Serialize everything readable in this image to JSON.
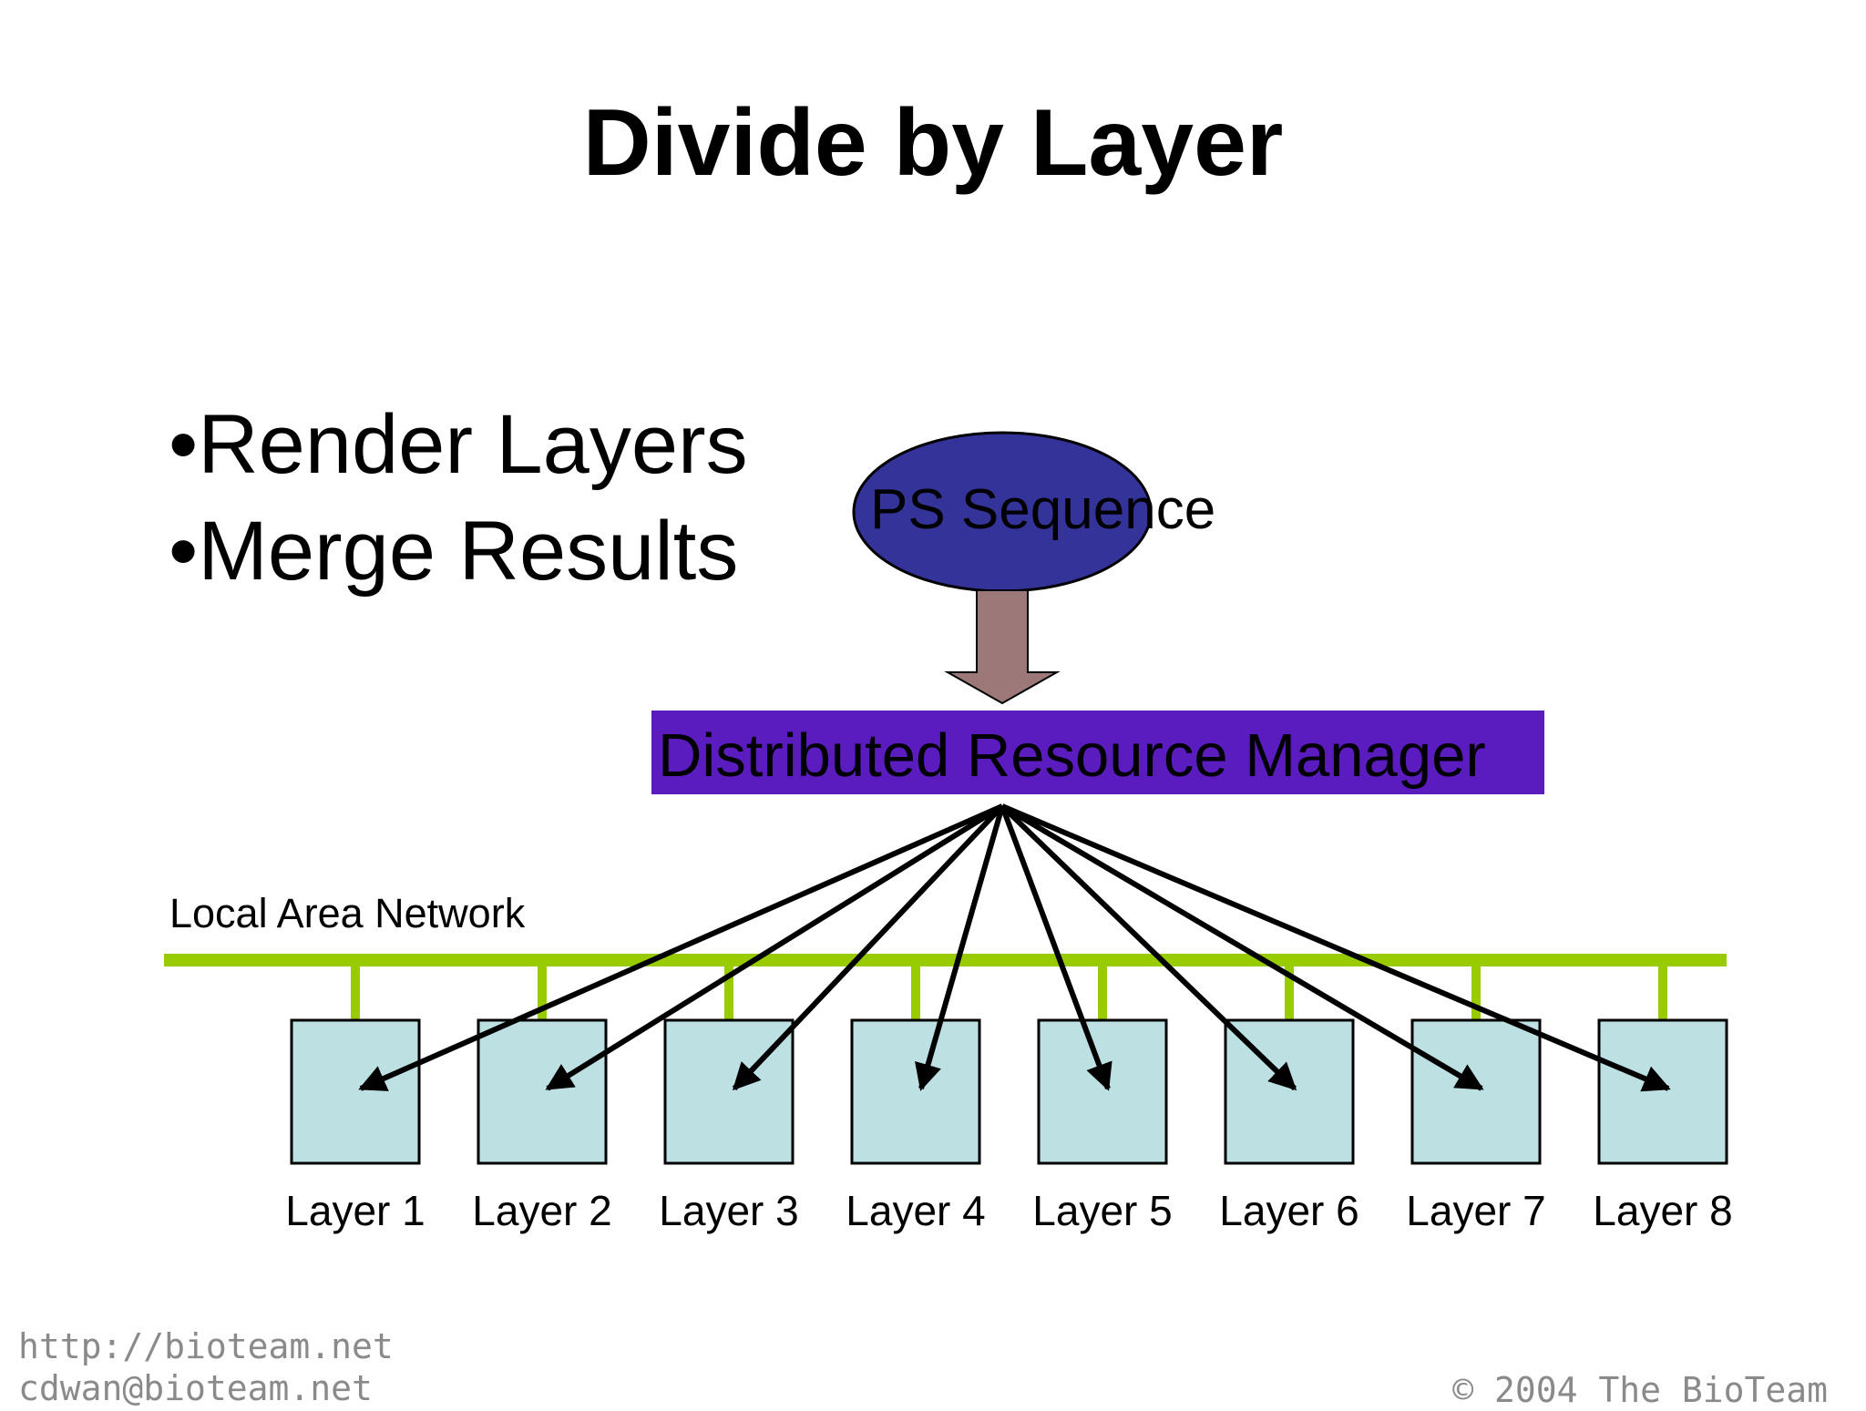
{
  "title": "Divide by Layer",
  "bullets": [
    "•Render Layers",
    "•Merge Results"
  ],
  "diagram": {
    "source_label": "PS Sequence",
    "manager_label": "Distributed Resource Manager",
    "network_label": "Local Area Network",
    "nodes": [
      "Layer 1",
      "Layer 2",
      "Layer 3",
      "Layer 4",
      "Layer 5",
      "Layer 6",
      "Layer 7",
      "Layer 8"
    ],
    "colors": {
      "ellipse_fill": "#333399",
      "flow_arrow": "#9c7878",
      "manager_fill": "#5a1bbf",
      "network": "#99cc00",
      "node_fill": "#bde0e3"
    }
  },
  "footer": {
    "url": "http://bioteam.net",
    "email": "cdwan@bioteam.net",
    "copyright": "© 2004 The BioTeam"
  }
}
